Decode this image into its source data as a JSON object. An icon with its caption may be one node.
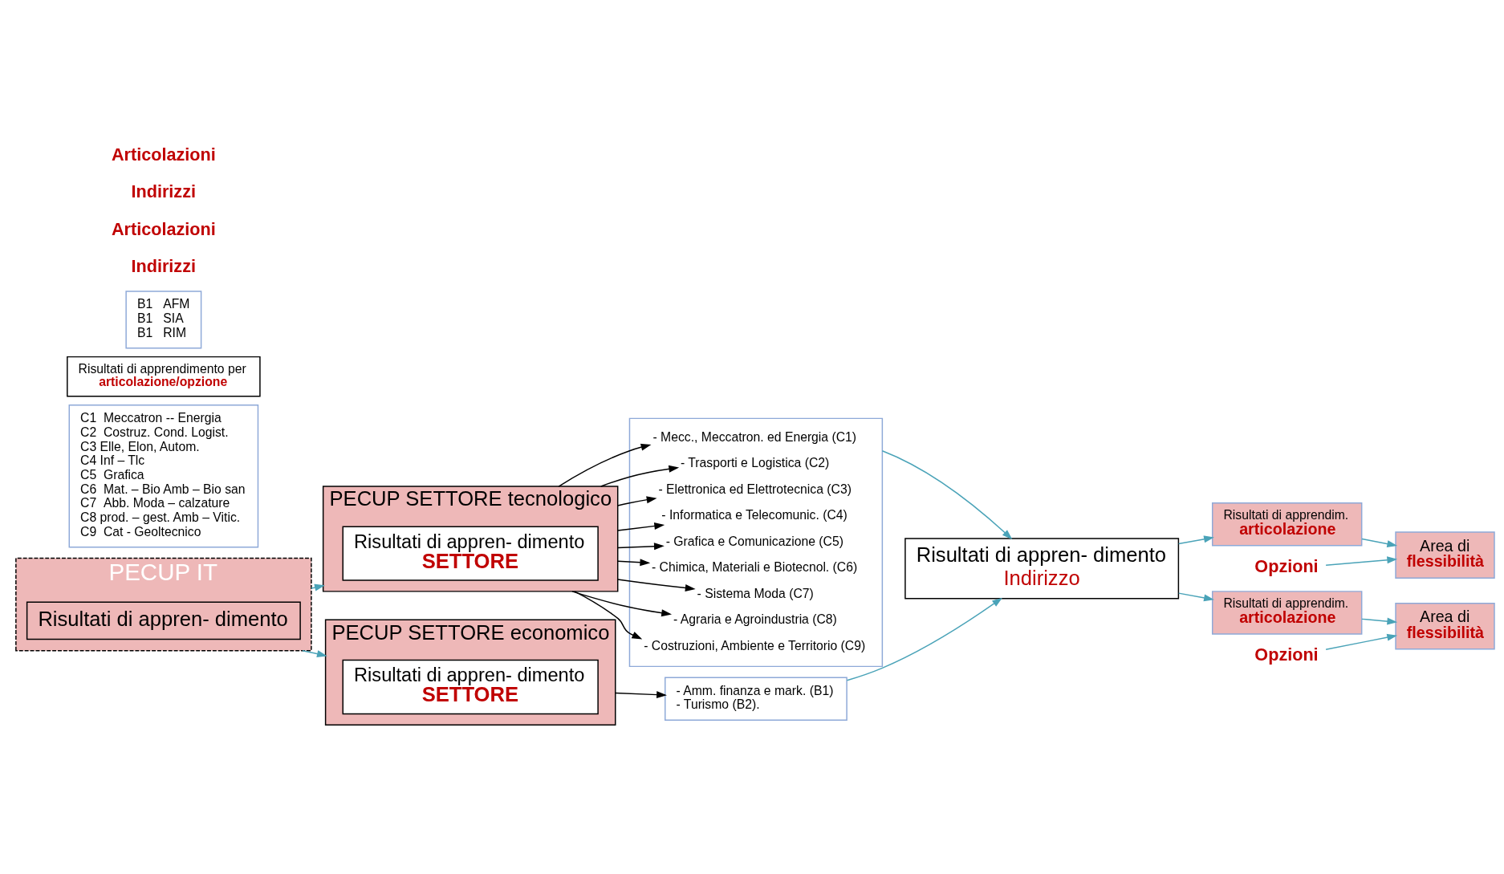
{
  "diagram": {
    "nodes": [
      {
        "text": [
          "PECUP IT"
        ]
      },
      {
        "text": [
          "Risultati di appren- dimento"
        ],
        "in": 0
      },
      {
        "text": [
          "PECUP SETTORE tecnologico"
        ]
      },
      {
        "text": [
          "Risultati di appren- dimento",
          "SETTORE"
        ],
        "in": 2
      },
      {
        "text": [
          "PECUP SETTORE economico"
        ]
      },
      {
        "text": [
          "Risultati di appren- dimento",
          "SETTORE"
        ],
        "in": 4
      },
      {
        "text": [],
        "shape": "box"
      },
      {
        "text": [
          "- Mecc., Meccatron. ed Energia (C1)"
        ],
        "in": 6
      },
      {
        "text": [
          "- Trasporti e Logistica (C2)"
        ],
        "in": 6
      },
      {
        "text": [
          "- Elettronica ed Elettrotecnica (C3)"
        ],
        "in": 6
      },
      {
        "text": [
          "- Informatica e Telecomunic. (C4)"
        ],
        "in": 6
      },
      {
        "text": [
          "- Grafica e Comunicazione (C5)"
        ],
        "in": 6
      },
      {
        "text": [
          "- Chimica, Materiali e Biotecnol. (C6)"
        ],
        "in": 6
      },
      {
        "text": [
          "- Sistema Moda (C7)"
        ],
        "in": 6
      },
      {
        "text": [
          "- Agraria e Agroindustria (C8)"
        ],
        "in": 6
      },
      {
        "text": [
          "- Costruzioni, Ambiente e Territorio (C9)"
        ],
        "in": 6
      },
      {
        "text": [
          "C1  Meccatron -- Energia",
          "C2  Costruz. Cond. Logist.",
          "C3 Elle, Elon, Autom.",
          "C4 Inf – Tlc",
          "C5  Grafica",
          "C6  Mat. – Bio Amb – Bio san",
          "C7  Abb. Moda – calzature",
          "C8 prod. – gest. Amb – Vitic.",
          "C9  Cat - Geoltecnico"
        ]
      },
      {
        "text": [
          "Opzioni"
        ]
      },
      {
        "text": [
          "Risultati di appren- dimento",
          "Indirizzo"
        ]
      },
      {
        "text": [
          "Risultati di apprendim.",
          "articolazione"
        ]
      },
      {
        "text": [
          "Area di",
          "flessibilità"
        ]
      },
      {
        "text": [
          "Risultati di apprendimento per",
          "articolazione/opzione"
        ]
      },
      {
        "text": [
          "Risultati di apprendim.",
          "articolazione"
        ]
      },
      {
        "text": [
          "Area di",
          "flessibilità"
        ]
      },
      {
        "text": [
          "- Amm. finanza e mark. (B1)",
          "- Turismo (B2)."
        ]
      },
      {
        "text": [
          "B1   AFM",
          "B1   SIA",
          "B1   RIM"
        ]
      },
      {
        "text": [
          "Opzioni"
        ]
      }
    ],
    "edges": [
      {
        "from": 0,
        "to": 2,
        "arrow": "to"
      },
      {
        "from": 0,
        "to": 4,
        "arrow": "to"
      },
      {
        "from": 2,
        "to": 7,
        "arrow": "to",
        "color": "#000000"
      },
      {
        "from": 2,
        "to": 8,
        "arrow": "to",
        "color": "#000000"
      },
      {
        "from": 2,
        "to": 9,
        "arrow": "to",
        "color": "#000000"
      },
      {
        "from": 2,
        "to": 10,
        "arrow": "to",
        "color": "#000000"
      },
      {
        "from": 2,
        "to": 11,
        "arrow": "to",
        "color": "#000000"
      },
      {
        "from": 2,
        "to": 12,
        "arrow": "to",
        "color": "#000000"
      },
      {
        "from": 2,
        "to": 13,
        "arrow": "to",
        "color": "#000000"
      },
      {
        "from": 2,
        "to": 14,
        "arrow": "to",
        "color": "#000000"
      },
      {
        "from": 2,
        "to": 15,
        "arrow": "to",
        "color": "#000000"
      },
      {
        "from": 6,
        "to": 18,
        "arrow": "to"
      },
      {
        "from": 4,
        "to": 24,
        "arrow": "to",
        "color": "#000000"
      },
      {
        "from": 24,
        "to": 18,
        "arrow": "to"
      },
      {
        "from": 18,
        "to": 19,
        "arrow": "to"
      },
      {
        "from": 18,
        "to": 22,
        "arrow": "to"
      },
      {
        "from": 19,
        "to": 20,
        "arrow": "to"
      },
      {
        "from": 22,
        "to": 23,
        "arrow": "to"
      },
      {
        "from": 17,
        "to": 20,
        "arrow": "to"
      },
      {
        "from": 26,
        "to": 23,
        "arrow": "to"
      }
    ],
    "labels": [
      "Indirizzi",
      "Articolazioni",
      "Indirizzi",
      "Articolazioni"
    ]
  }
}
